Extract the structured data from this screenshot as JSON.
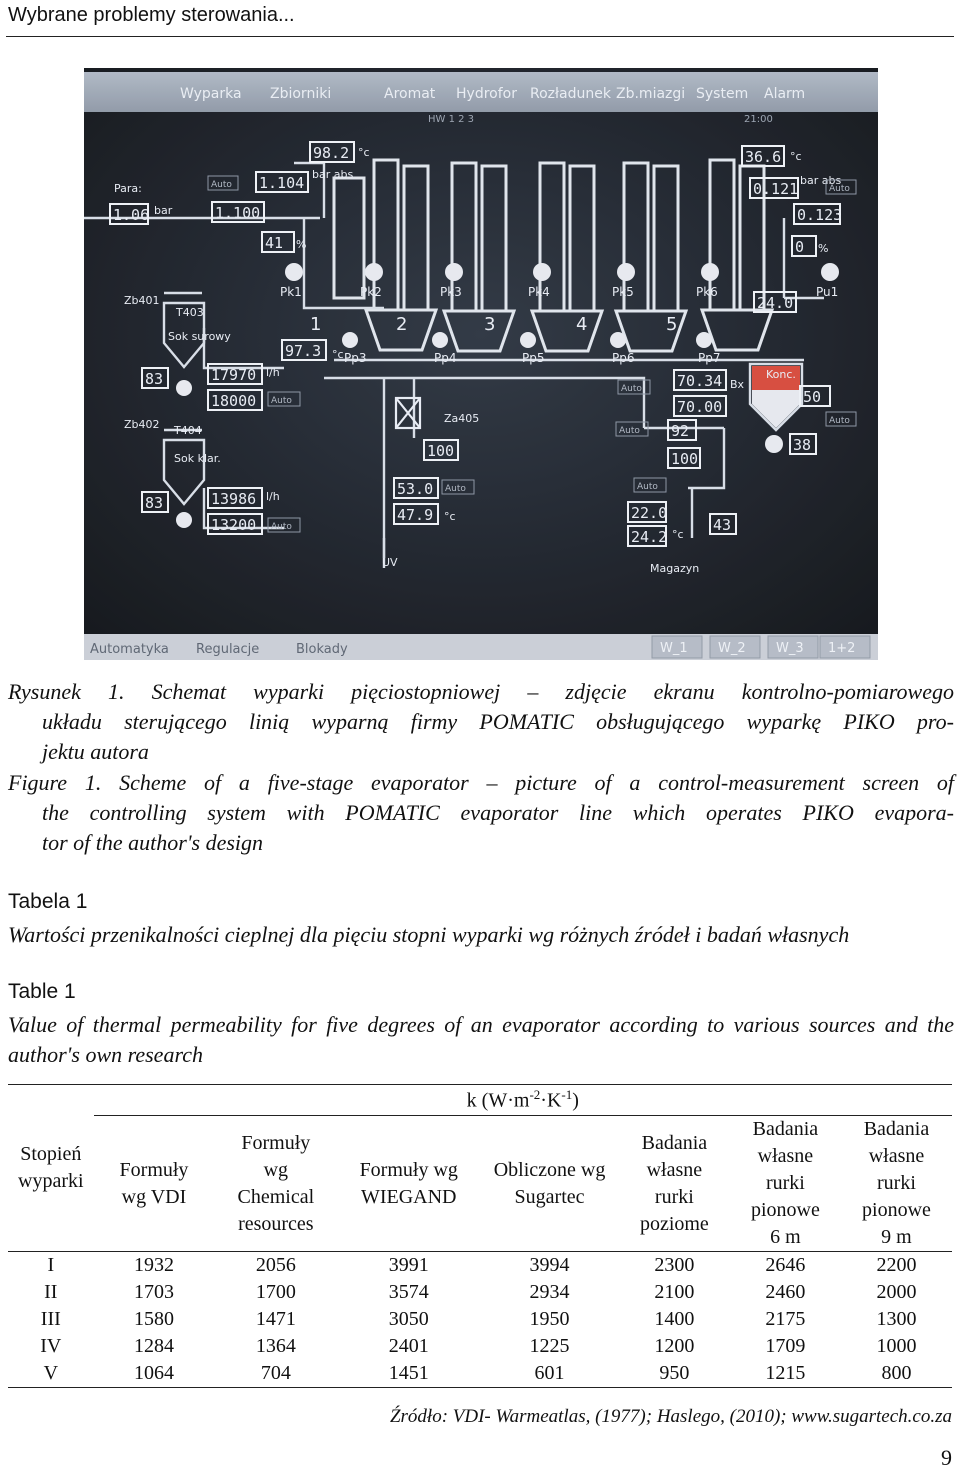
{
  "running_head": "Wybrane problemy sterowania...",
  "screen": {
    "menu": [
      "Wyparka",
      "Zbiorniki",
      "Aromat",
      "Hydrofor",
      "Rozładunek",
      "Zb.miazgi",
      "System",
      "Alarm"
    ],
    "subtitle": "HW 1 2 3",
    "bottom_tabs": [
      "Automatyka",
      "Regulacje",
      "Blokady"
    ],
    "bottom_buttons": [
      "W_1",
      "W_2",
      "W_3",
      "1+2"
    ],
    "pumps": [
      "Pk1",
      "Pk2",
      "Pk3",
      "Pk4",
      "Pk5",
      "Pk6",
      "Pu1"
    ],
    "pumps_low": [
      "Pp3",
      "Pp4",
      "Pp5",
      "Pp6",
      "Pp7"
    ],
    "stage_numbers": [
      "1",
      "2",
      "3",
      "4",
      "5"
    ],
    "values": {
      "temp_top": "98.2",
      "unit_c": "°c",
      "steam_label": "Para:",
      "steam_val": "1.06",
      "steam_unit": "bar",
      "p1": "1.104",
      "p2": "1.100",
      "bar_abs": "bar abs",
      "valve1": "41",
      "zb401": "Zb401",
      "t403": "T403",
      "sok_surowy": "Sok surowy",
      "lvl1": "83",
      "flow1a": "17970",
      "flow1b": "18000",
      "lh": "l/h",
      "zb402": "Zb402",
      "t404": "T404",
      "sok_klar": "Sok klar.",
      "lvl2": "83",
      "flow2a": "13986",
      "flow2b": "13200",
      "t_mid": "97.3",
      "za405": "Za405",
      "v100": "100",
      "t53": "53.0",
      "t479": "47.9",
      "uv": "UV",
      "t366": "36.6",
      "p0121": "0.121",
      "p0123": "0.123",
      "pct0": "0",
      "t240": "24.0",
      "bx1": "70.34",
      "bx2": "70.00",
      "bx": "Bx",
      "v92": "92",
      "v100b": "100",
      "konc": "Konc.",
      "pct50": "50",
      "pct38": "38",
      "t220": "22.0",
      "t242": "24.2",
      "pct43": "43",
      "magazyn": "Magazyn",
      "auto": "Auto",
      "pct": "%",
      "clock": "21:00"
    }
  },
  "caption_pl": {
    "line1": "Rysunek 1. Schemat wyparki pięciostopniowej – zdjęcie ekranu kontrolno-pomiarowego",
    "line2": "układu sterującego linią wyparną firmy POMATIC obsługującego wyparkę PIKO pro-",
    "line3": "jektu autora"
  },
  "caption_en": {
    "line1": "Figure 1. Scheme of a five-stage evaporator – picture of a control-measurement screen of",
    "line2": "the controlling system with POMATIC evaporator line which operates PIKO evapora-",
    "line3": "tor of the author's design"
  },
  "table_label_pl": "Tabela 1",
  "table_title_pl": "Wartości przenikalności cieplnej dla pięciu stopni wyparki wg różnych źródeł i badań własnych",
  "table_label_en": "Table 1",
  "table_title_en": "Value of thermal permeability for five degrees of an evaporator according to various sources and the author's own research",
  "table": {
    "stub_header": "Stopień wyparki",
    "span_header": "k (W·m-2·K-1)",
    "columns": [
      "Formuły wg VDI",
      "Formuły wg Chemical resources",
      "Formuły wg WIEGAND",
      "Obliczone wg Sugartec",
      "Badania własne rurki poziome",
      "Badania własne rurki pionowe 6 m",
      "Badania własne rurki pionowe 9 m"
    ],
    "rows": [
      [
        "I",
        "1932",
        "2056",
        "3991",
        "3994",
        "2300",
        "2646",
        "2200"
      ],
      [
        "II",
        "1703",
        "1700",
        "3574",
        "2934",
        "2100",
        "2460",
        "2000"
      ],
      [
        "III",
        "1580",
        "1471",
        "3050",
        "1950",
        "1400",
        "2175",
        "1300"
      ],
      [
        "IV",
        "1284",
        "1364",
        "2401",
        "1225",
        "1200",
        "1709",
        "1000"
      ],
      [
        "V",
        "1064",
        "704",
        "1451",
        "601",
        "950",
        "1215",
        "800"
      ]
    ]
  },
  "source": "Źródło: VDI- Warmeatlas, (1977); Haslego, (2010); www.sugartech.co.za",
  "page_number": "9"
}
